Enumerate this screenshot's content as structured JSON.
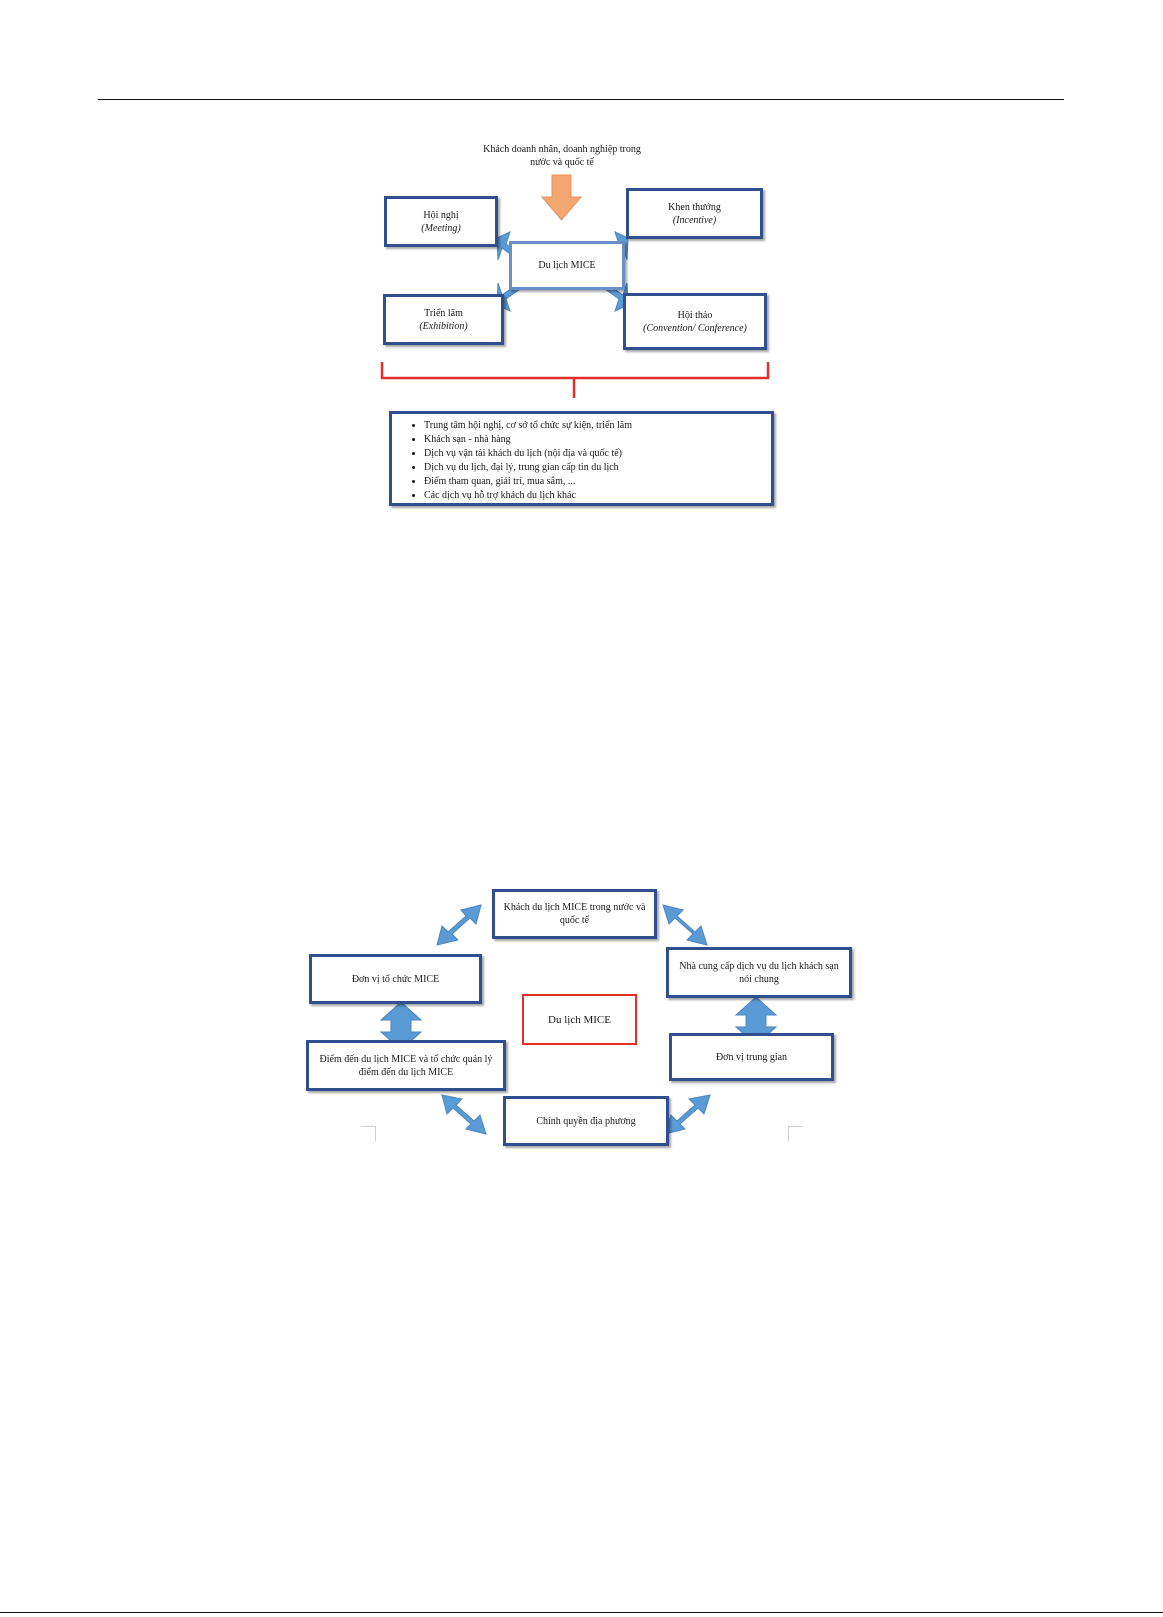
{
  "diagram1": {
    "source_label": "Khách doanh nhân, doanh nghiệp trong nước và quốc tế",
    "center": "Du lịch MICE",
    "meeting": {
      "vi": "Hội nghị",
      "en": "(Meeting)"
    },
    "incentive": {
      "vi": "Khen thưởng",
      "en": "(Incentive)"
    },
    "exhibition": {
      "vi": "Triển lãm",
      "en": "(Exhibition)"
    },
    "convention": {
      "vi": "Hội thảo",
      "en": "(Convention/ Conference)"
    },
    "services": [
      "Trung tâm hội nghị, cơ sở tổ chức sự kiện, triển lãm",
      "Khách sạn - nhà hàng",
      "Dịch vụ vận tải khách du lịch (nội địa và quốc tế)",
      "Dịch vụ du lịch, đại lý, trung gian cấp tin du lịch",
      "Điểm tham quan, giải trí, mua sắm, ...",
      "Các dịch vụ hỗ trợ khách du lịch khác"
    ]
  },
  "diagram2": {
    "center": "Du lịch MICE",
    "top": "Khách du lịch MICE trong nước và quốc tế",
    "left_top": "Đơn vị tổ chức MICE",
    "right_top": "Nhà cung cấp dịch vụ du lịch khách sạn nói chung",
    "left_bottom": "Điểm đến du lịch MICE và tổ chức quản lý điểm đến du lịch MICE",
    "right_bottom": "Đơn vị trung gian",
    "bottom": "Chính quyền địa phương"
  },
  "colors": {
    "arrow_blue": "#5b9bd5",
    "arrow_orange": "#f4a672",
    "box_border": "#2f4f8f",
    "bracket_red": "#e0302a"
  }
}
